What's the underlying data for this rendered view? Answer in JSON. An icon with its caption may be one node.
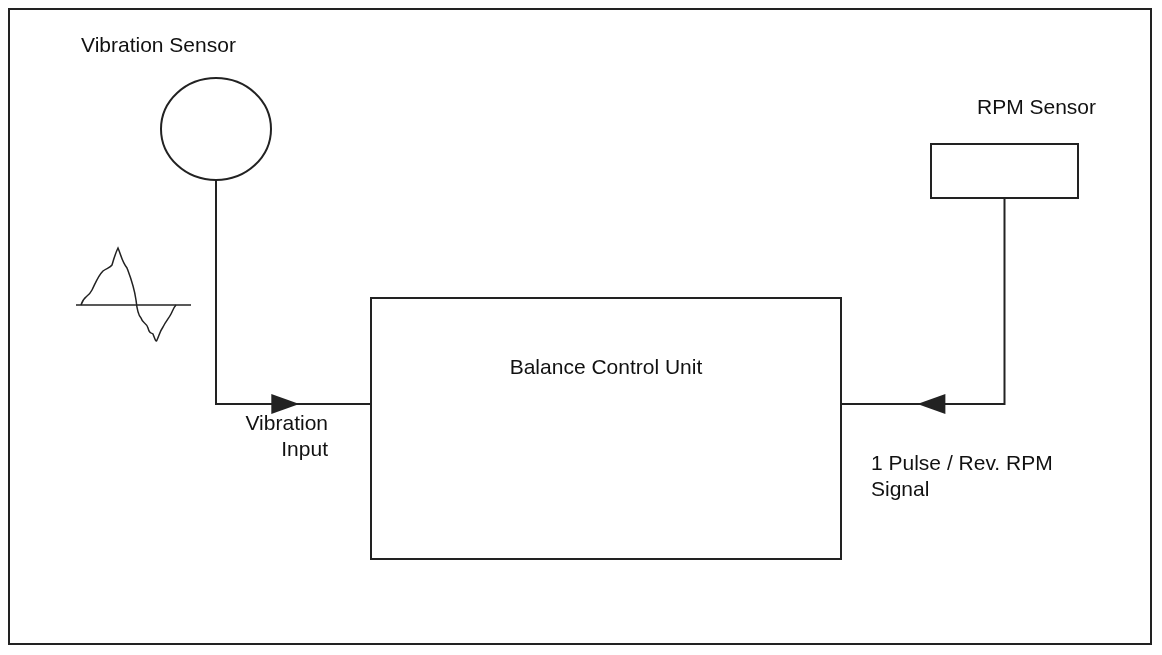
{
  "diagram": {
    "nodes": [
      {
        "text": [
          "Vibration Sensor"
        ]
      },
      {
        "text": [
          "RPM Sensor"
        ]
      },
      {
        "text": [
          "Balance Control Unit"
        ]
      }
    ],
    "edges": [
      {
        "from": 0,
        "to": 2,
        "arrow": "to",
        "label": "Vibration Input"
      },
      {
        "from": 1,
        "to": 2,
        "arrow": "to",
        "label": "1 Pulse / Rev. RPM Signal"
      }
    ]
  }
}
